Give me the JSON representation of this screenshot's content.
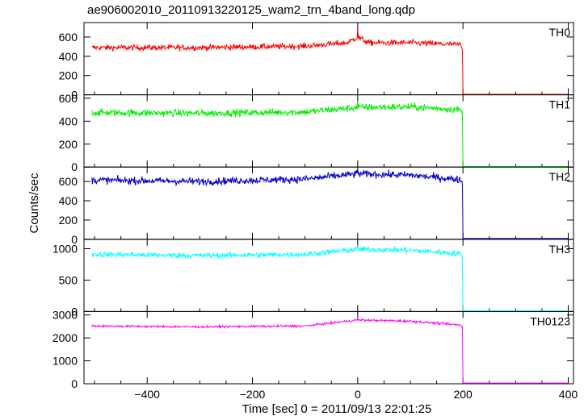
{
  "chart_data": {
    "type": "line",
    "title": "ae906002010_20110913220125_wam2_trn_4band_long.qdp",
    "xlabel": "Time [sec] 0 = 2011/09/13 22:01:25",
    "ylabel": "Counts/sec",
    "xlim": [
      -520,
      410
    ],
    "x_ticks": [
      -400,
      -200,
      0,
      200,
      400
    ],
    "x_tick_labels": [
      "−400",
      "−200",
      "0",
      "200",
      "400"
    ],
    "data_start": -505,
    "data_cutoff": 200,
    "data_end": 400,
    "grid": false,
    "panels": [
      {
        "name": "TH0",
        "color": "#ff0000",
        "ylim": [
          0,
          750
        ],
        "yticks": [
          0,
          200,
          400,
          600
        ],
        "profile": [
          [
            -505,
            490
          ],
          [
            -300,
            490
          ],
          [
            -100,
            505
          ],
          [
            -20,
            540
          ],
          [
            0,
            600
          ],
          [
            20,
            540
          ],
          [
            100,
            540
          ],
          [
            195,
            520
          ],
          [
            200,
            460
          ]
        ],
        "spike": [
          0,
          710
        ],
        "noise": 22,
        "post_level": 5
      },
      {
        "name": "TH1",
        "color": "#00ee00",
        "ylim": [
          0,
          630
        ],
        "yticks": [
          0,
          200,
          400,
          600
        ],
        "profile": [
          [
            -505,
            475
          ],
          [
            -300,
            470
          ],
          [
            -100,
            480
          ],
          [
            0,
            520
          ],
          [
            100,
            525
          ],
          [
            195,
            500
          ],
          [
            200,
            460
          ]
        ],
        "spike": [
          0,
          575
        ],
        "noise": 22,
        "post_level": 5
      },
      {
        "name": "TH2",
        "color": "#0000cc",
        "ylim": [
          0,
          750
        ],
        "yticks": [
          0,
          200,
          400,
          600
        ],
        "profile": [
          [
            -505,
            615
          ],
          [
            -300,
            600
          ],
          [
            -100,
            625
          ],
          [
            0,
            680
          ],
          [
            100,
            665
          ],
          [
            195,
            620
          ],
          [
            200,
            560
          ]
        ],
        "spike": [
          0,
          720
        ],
        "noise": 27,
        "post_level": 8
      },
      {
        "name": "TH3",
        "color": "#00ffff",
        "ylim": [
          0,
          1150
        ],
        "yticks": [
          0,
          500,
          1000
        ],
        "profile": [
          [
            -505,
            910
          ],
          [
            -300,
            890
          ],
          [
            -100,
            910
          ],
          [
            0,
            990
          ],
          [
            100,
            975
          ],
          [
            195,
            920
          ],
          [
            200,
            860
          ]
        ],
        "spike": [
          0,
          1040
        ],
        "noise": 32,
        "post_level": 10
      },
      {
        "name": "TH0123",
        "color": "#ff00ff",
        "ylim": [
          0,
          3150
        ],
        "yticks": [
          0,
          1000,
          2000,
          3000
        ],
        "profile": [
          [
            -505,
            2520
          ],
          [
            -300,
            2480
          ],
          [
            -100,
            2520
          ],
          [
            0,
            2780
          ],
          [
            100,
            2730
          ],
          [
            195,
            2560
          ],
          [
            200,
            2460
          ]
        ],
        "spike": [
          0,
          2850
        ],
        "noise": 35,
        "post_level": 30
      }
    ]
  }
}
